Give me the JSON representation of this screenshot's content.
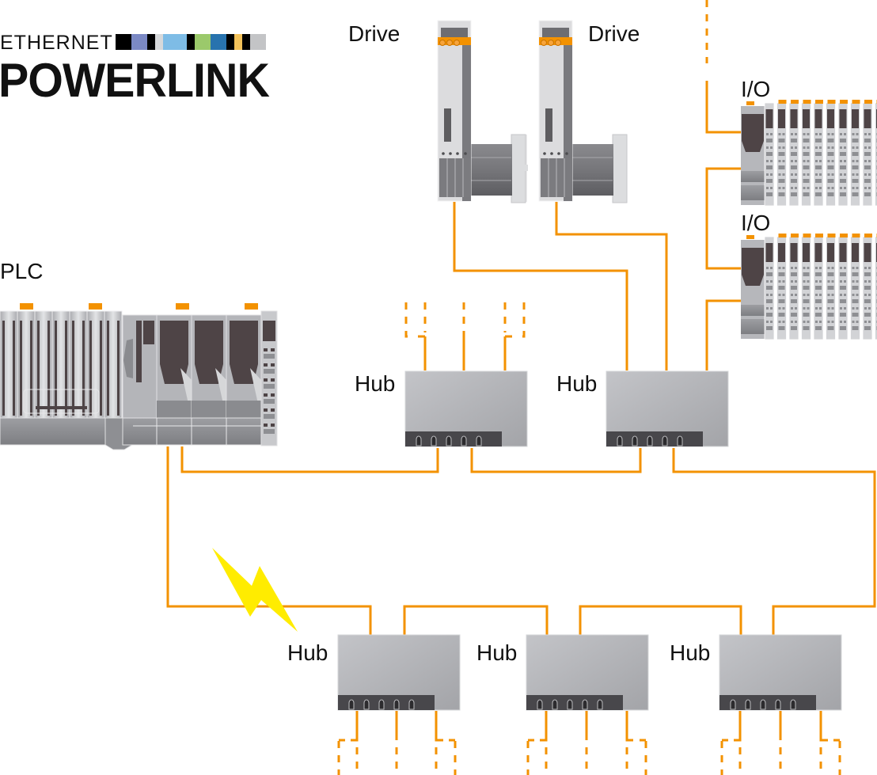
{
  "logo": {
    "top_text": "ETHERNET",
    "main_text": "POWERLINK",
    "color_stripes": [
      "#000000",
      "#7b89c4",
      "#000000",
      "#d6d8da",
      "#7ebce6",
      "#000000",
      "#9bc96b",
      "#2873ae",
      "#000000",
      "#f3c25a",
      "#000000",
      "#c3c4c6"
    ]
  },
  "colors": {
    "cable": "#f39200",
    "lightning": "#ffec00",
    "device_gray": "#b4b5b9",
    "device_dark": "#4e4446",
    "port_panel": "#48474b"
  },
  "labels": {
    "plc": "PLC",
    "drive_1": "Drive",
    "drive_2": "Drive",
    "io_1": "I/O",
    "io_2": "I/O",
    "hub_mid_left": "Hub",
    "hub_mid_right": "Hub",
    "hub_bottom_1": "Hub",
    "hub_bottom_2": "Hub",
    "hub_bottom_3": "Hub"
  },
  "icons": {
    "lightning": "lightning-bolt-icon"
  }
}
